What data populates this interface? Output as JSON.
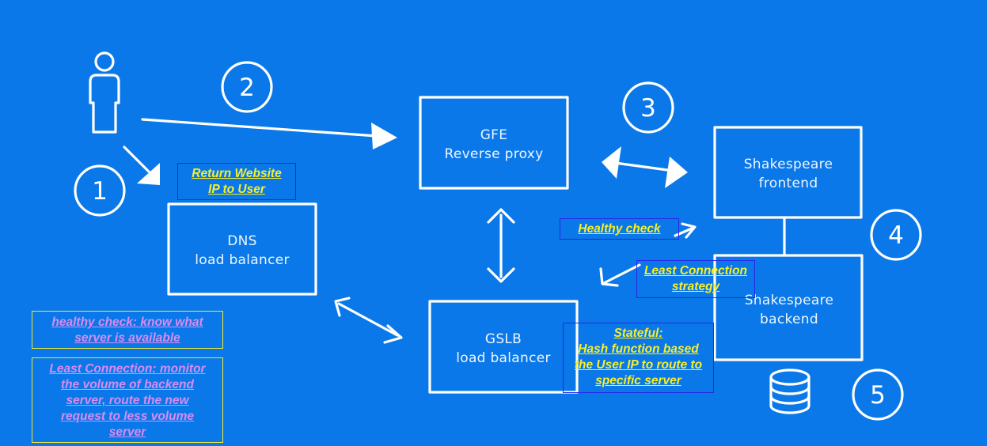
{
  "nodes": {
    "gfe": {
      "line1": "GFE",
      "line2": "Reverse proxy"
    },
    "dns": {
      "line1": "DNS",
      "line2": "load balancer"
    },
    "gslb": {
      "line1": "GSLB",
      "line2": "load balancer"
    },
    "frontend": {
      "line1": "Shakespeare",
      "line2": "frontend"
    },
    "backend": {
      "line1": "Shakespeare",
      "line2": "backend"
    }
  },
  "steps": [
    "1",
    "2",
    "3",
    "4",
    "5"
  ],
  "annotations": {
    "return_ip": {
      "line1": "Return Website",
      "line2": "IP to User"
    },
    "healthy_check": {
      "line1": "Healthy check"
    },
    "least_connection": {
      "line1": "Least Connection",
      "line2": "strategy"
    },
    "stateful": {
      "line1": "Stateful:",
      "line2": "Hash function based",
      "line3": "the User IP to route to",
      "line4": "specific server"
    },
    "legend_healthy": {
      "line1": "healthy check: know what",
      "line2": "server is available"
    },
    "legend_least": {
      "line1": "Least Connection: monitor",
      "line2": "the volume of backend",
      "line3": "server, route the new",
      "line4": "request to less volume",
      "line5": "server"
    }
  },
  "colors": {
    "background": "#0a78e8",
    "lines": "#ffffff",
    "annotation_text": "#f7ef2a",
    "annotation_border": "#2b25e8",
    "legend_text": "#d98cf2",
    "legend_border": "#f2ea30"
  }
}
